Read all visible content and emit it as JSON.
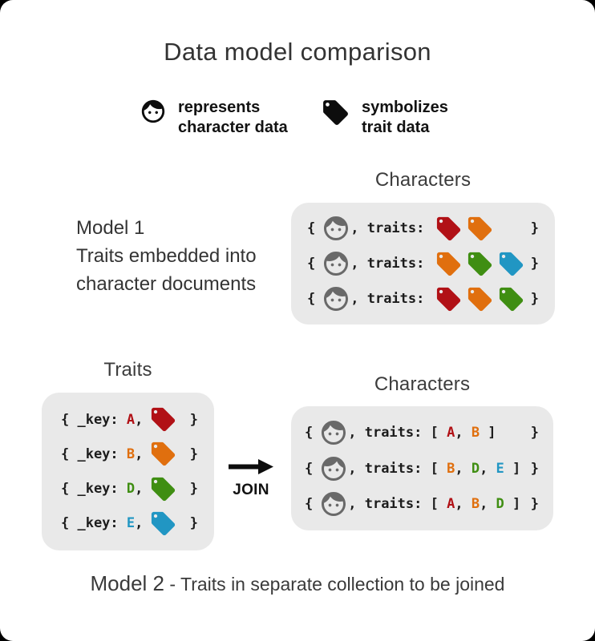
{
  "title": "Data model comparison",
  "legend": {
    "character": {
      "line1": "represents",
      "line2": "character data"
    },
    "trait": {
      "line1": "symbolizes",
      "line2": "trait data"
    }
  },
  "model1": {
    "name": "Model 1",
    "description_line1": "Traits embedded into",
    "description_line2": "character documents",
    "collection_title": "Characters",
    "code": {
      "open": "{",
      "label": ", traits: ",
      "close": "}"
    },
    "rows": [
      {
        "tags": [
          "red",
          "orange"
        ]
      },
      {
        "tags": [
          "orange",
          "green",
          "blue"
        ]
      },
      {
        "tags": [
          "red",
          "orange",
          "green"
        ]
      }
    ]
  },
  "model2": {
    "caption_name": "Model 2",
    "caption_text": " - Traits in separate collection to be joined",
    "join_label": "JOIN",
    "traits_collection": {
      "title": "Traits",
      "code": {
        "prefix": "{ _key: ",
        "comma": ",",
        "close": "}"
      },
      "rows": [
        {
          "key": "A",
          "color": "red"
        },
        {
          "key": "B",
          "color": "orange"
        },
        {
          "key": "D",
          "color": "green"
        },
        {
          "key": "E",
          "color": "blue"
        }
      ]
    },
    "characters_collection": {
      "title": "Characters",
      "code": {
        "open": "{",
        "label": ", traits: [ ",
        "sep": ", ",
        "list_close": " ]",
        "close": "}"
      },
      "rows": [
        {
          "keys": [
            {
              "k": "A",
              "color": "red"
            },
            {
              "k": "B",
              "color": "orange"
            }
          ]
        },
        {
          "keys": [
            {
              "k": "B",
              "color": "orange"
            },
            {
              "k": "D",
              "color": "green"
            },
            {
              "k": "E",
              "color": "blue"
            }
          ]
        },
        {
          "keys": [
            {
              "k": "A",
              "color": "red"
            },
            {
              "k": "B",
              "color": "orange"
            },
            {
              "k": "D",
              "color": "green"
            }
          ]
        }
      ]
    }
  },
  "colors": {
    "red": "#b11116",
    "orange": "#e06f0e",
    "green": "#3f8e12",
    "blue": "#2196c3",
    "face_gray": "#696969",
    "legend_black": "#0d0d0d",
    "box_bg": "#e9e9e9"
  }
}
